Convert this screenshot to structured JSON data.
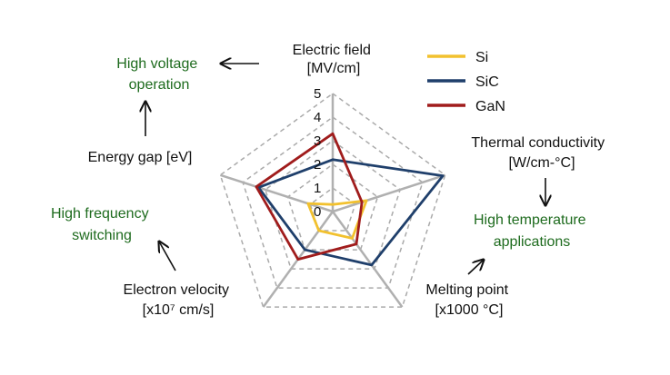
{
  "chart_data": {
    "type": "radar",
    "title": "",
    "axes": [
      {
        "lines": [
          "Electric field",
          "[MV/cm]"
        ]
      },
      {
        "lines": [
          "Thermal conductivity",
          "[W/cm-°C]"
        ]
      },
      {
        "lines": [
          "Melting point",
          "[x1000 °C]"
        ]
      },
      {
        "lines": [
          "Electron velocity",
          "[x10⁷ cm/s]"
        ]
      },
      {
        "lines": [
          "Energy gap [eV]"
        ]
      }
    ],
    "ticks": [
      "0",
      "1",
      "2",
      "3",
      "4",
      "5"
    ],
    "range": [
      0,
      5
    ],
    "series": [
      {
        "name": "Si",
        "color": "#f2c12e",
        "values": [
          0.3,
          1.5,
          1.4,
          1.0,
          1.1
        ]
      },
      {
        "name": "SiC",
        "color": "#1f3f6b",
        "values": [
          2.2,
          4.9,
          2.8,
          2.0,
          3.3
        ]
      },
      {
        "name": "GaN",
        "color": "#a01c1c",
        "values": [
          3.3,
          1.3,
          1.7,
          2.5,
          3.4
        ]
      }
    ],
    "legend_position": "top-right",
    "grid": true
  },
  "annotations": [
    {
      "lines": [
        "High voltage",
        "operation"
      ]
    },
    {
      "lines": [
        "High frequency",
        "switching"
      ]
    },
    {
      "lines": [
        "High temperature",
        "applications"
      ]
    }
  ],
  "icons": {
    "arrow": "arrow-icon"
  }
}
